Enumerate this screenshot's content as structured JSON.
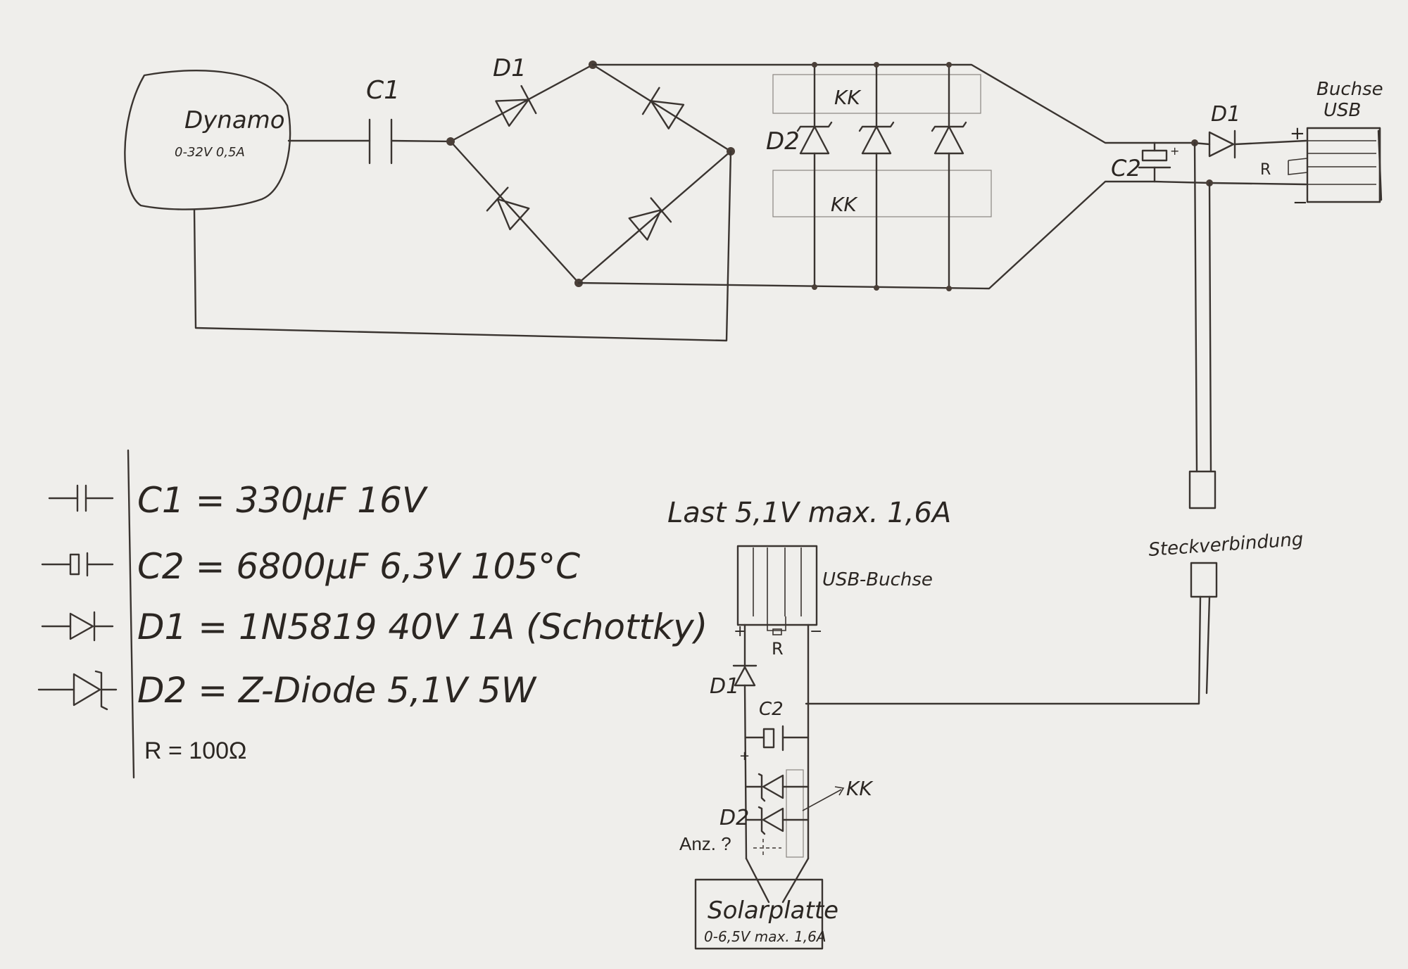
{
  "diagram": {
    "dynamo": {
      "title": "Dynamo",
      "spec": "0-32V   0,5A"
    },
    "labels": {
      "c1": "C1",
      "d1_bridge": "D1",
      "kk_top": "KK",
      "kk_bottom": "KK",
      "d2": "D2",
      "c2": "C2",
      "c2_plus": "+",
      "d1_out": "D1",
      "usb_top_1": "Buchse",
      "usb_top_2": "USB",
      "usb_plus": "+",
      "usb_minus": "−",
      "usb_r": "R",
      "steckverbindung": "Steckverbindung"
    },
    "legend": [
      {
        "symbol": "capacitor-icon",
        "text": "C1 = 330μF 16V"
      },
      {
        "symbol": "electrolytic-capacitor-icon",
        "text": "C2 = 6800μF 6,3V 105°C"
      },
      {
        "symbol": "diode-icon",
        "text": "D1 = 1N5819 40V 1A (Schottky)"
      },
      {
        "symbol": "zener-diode-icon",
        "text": "D2 = Z-Diode 5,1V 5W"
      }
    ],
    "resistor_note": "R = 100Ω",
    "lower": {
      "load": "Last 5,1V max. 1,6A",
      "usb_buchse": "USB-Buchse",
      "plus": "+",
      "minus": "−",
      "r": "R",
      "d1": "D1",
      "c2": "C2",
      "c2_plus": "+",
      "d2": "D2",
      "kk": "KK",
      "count": "Anz. ?",
      "solar_title": "Solarplatte",
      "solar_spec": "0-6,5V max. 1,6A"
    }
  }
}
